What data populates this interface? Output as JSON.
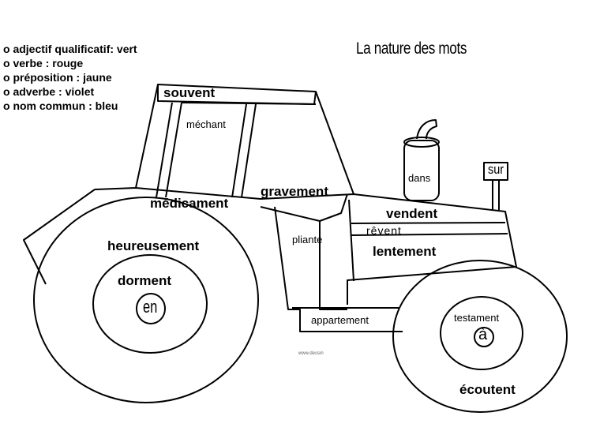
{
  "legend": {
    "items": [
      "o adjectif qualificatif: vert",
      "o verbe : rouge",
      "o préposition : jaune",
      "o adverbe :  violet",
      "o nom commun : bleu"
    ]
  },
  "title": "La nature des mots",
  "zones": {
    "souvent": "souvent",
    "mechant": "méchant",
    "medicament": "médicament",
    "gravement": "gravement",
    "dans": "dans",
    "sur": "sur",
    "vendent": "vendent",
    "revent": "rêvent",
    "lentement": "lentement",
    "pliante": "pliante",
    "heureusement": "heureusement",
    "dorment": "dorment",
    "en": "en",
    "appartement": "appartement",
    "testament": "testament",
    "a": "à",
    "ecoutent": "écoutent"
  },
  "watermark": "www.dessin"
}
